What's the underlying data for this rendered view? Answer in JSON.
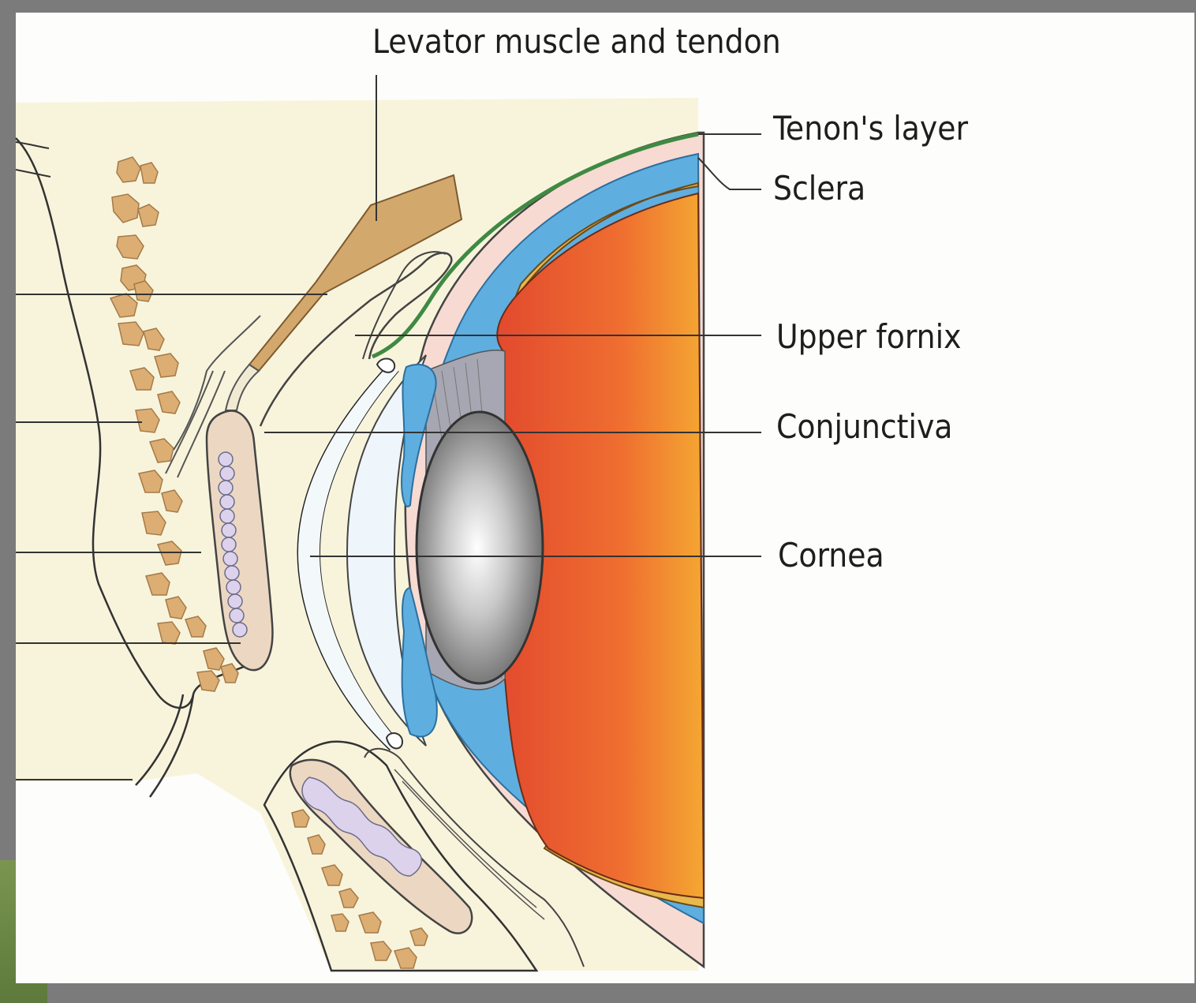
{
  "labels": {
    "levator": "Levator muscle and tendon",
    "tenons": "Tenon's layer",
    "sclera": "Sclera",
    "upper_fornix": "Upper fornix",
    "conjunctiva": "Conjunctiva",
    "cornea": "Cornea"
  },
  "colors": {
    "page": "#fdfdfb",
    "skin": "#f8f4dc",
    "bone": "#dcae74",
    "muscle": "#d2a86c",
    "tarsal_plate": "#ecd8c2",
    "meibomian": "#dcd2ec",
    "sclera": "#f7dad2",
    "uvea": "#5faee0",
    "choroid": "#e8b84c",
    "retina": "#e85a32",
    "lens": "#9a9a9a",
    "tenons": "#3f8a43",
    "accent_band": "#6f8b47"
  }
}
